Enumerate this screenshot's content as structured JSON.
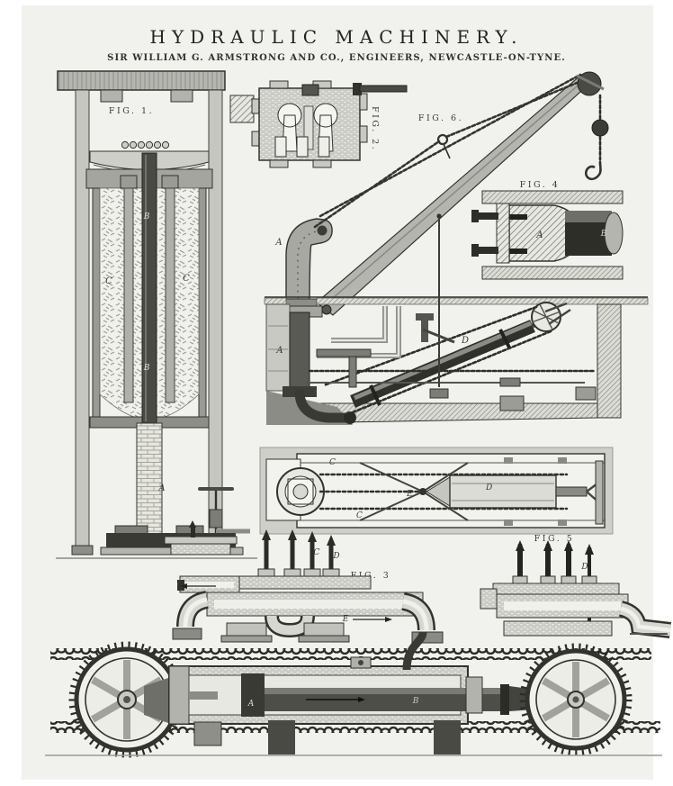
{
  "header": {
    "title": "HYDRAULIC MACHINERY.",
    "subtitle": "SIR WILLIAM G. ARMSTRONG AND CO., ENGINEERS, NEWCASTLE-ON-TYNE."
  },
  "figures": {
    "fig1": {
      "label": "FIG. 1.",
      "letters": {
        "b_upper": "B",
        "c_left": "C",
        "c_right": "C",
        "b_lower": "B",
        "a": "A"
      }
    },
    "fig2": {
      "label": "FIG. 2."
    },
    "fig3": {
      "label": "FIG. 3",
      "letters": {
        "c": "C",
        "d": "D",
        "e": "E"
      }
    },
    "fig4": {
      "label": "FIG. 4",
      "letters": {
        "a": "A",
        "b": "B"
      }
    },
    "fig5": {
      "label": "FIG. 5",
      "letters": {
        "d": "D"
      }
    },
    "fig6": {
      "label": "FIG. 6.",
      "letters": {
        "a_mast": "A",
        "a_pit": "A",
        "d_cyl": "D"
      }
    },
    "fig6_plan": {
      "letters": {
        "c_top": "C",
        "e": "E",
        "d": "D",
        "c_bottom": "C"
      }
    },
    "jigger": {
      "letters": {
        "a": "A",
        "b": "B"
      }
    }
  },
  "colors": {
    "paper": "#f1f1ee",
    "ink": "#24241f",
    "metal_dark": "#3a3a37",
    "metal_mid": "#9a9a97",
    "metal_light": "#c9c9c6"
  }
}
